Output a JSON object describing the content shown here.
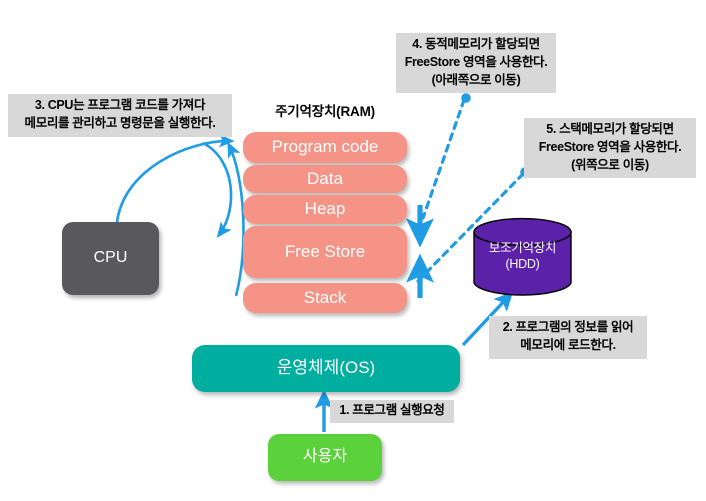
{
  "diagram": {
    "title": "Program execution memory flow",
    "colors": {
      "ram_block": "#F59387",
      "cpu": "#59595B",
      "os": "#00AEA0",
      "user": "#5BD23C",
      "hdd_body": "#5B21A8",
      "hdd_top": "#5B21A8",
      "arrow": "#1F9CE4",
      "callout_bg": "#D8D8D8",
      "background": "#FFFFFF"
    }
  },
  "ram": {
    "title": "주기억장치(RAM)",
    "blocks": [
      {
        "label": "Program code"
      },
      {
        "label": "Data"
      },
      {
        "label": "Heap"
      },
      {
        "label": "Free Store"
      },
      {
        "label": "Stack"
      }
    ]
  },
  "cpu": {
    "label": "CPU"
  },
  "os": {
    "label": "운영체제(OS)"
  },
  "user": {
    "label": "사용자"
  },
  "hdd": {
    "label_line1": "보조기억장치",
    "label_line2": "(HDD)"
  },
  "callouts": {
    "c1": {
      "lines": [
        "1. 프로그램 실행요청"
      ]
    },
    "c2": {
      "lines": [
        "2. 프로그램의 정보를 읽어",
        "메모리에 로드한다."
      ]
    },
    "c3": {
      "lines": [
        "3. CPU는 프로그램 코드를 가져다",
        "메모리를 관리하고 명령문을 실행한다."
      ]
    },
    "c4": {
      "lines": [
        "4. 동적메모리가 할당되면",
        "FreeStore 영역을 사용한다.",
        "(아래쪽으로 이동)"
      ]
    },
    "c5": {
      "lines": [
        "5. 스택메모리가 할당되면",
        "FreeStore 영역을 사용한다.",
        "(위쪽으로 이동)"
      ]
    }
  }
}
